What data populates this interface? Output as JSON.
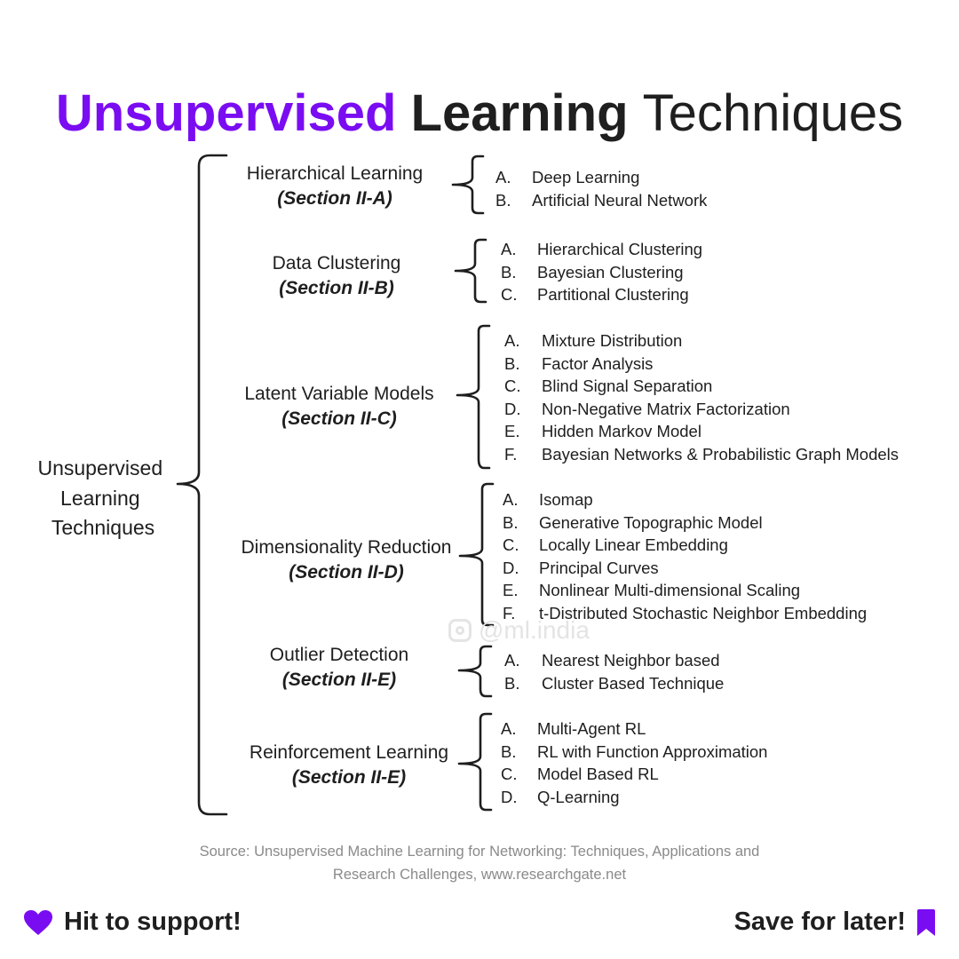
{
  "title": {
    "part1": "Unsupervised",
    "part2": "Learning",
    "part3": "Techniques"
  },
  "root": {
    "lines": [
      "Unsupervised",
      "Learning",
      "Techniques"
    ]
  },
  "categories": [
    {
      "name": "Hierarchical Learning",
      "section": "(Section II-A)",
      "items": [
        {
          "marker": "A.",
          "label": "Deep Learning"
        },
        {
          "marker": "B.",
          "label": "Artificial Neural Network"
        }
      ]
    },
    {
      "name": "Data Clustering",
      "section": "(Section II-B)",
      "items": [
        {
          "marker": "A.",
          "label": "Hierarchical Clustering"
        },
        {
          "marker": "B.",
          "label": "Bayesian Clustering"
        },
        {
          "marker": "C.",
          "label": "Partitional Clustering"
        }
      ]
    },
    {
      "name": "Latent Variable Models",
      "section": "(Section II-C)",
      "items": [
        {
          "marker": "A.",
          "label": "Mixture Distribution"
        },
        {
          "marker": "B.",
          "label": "Factor Analysis"
        },
        {
          "marker": "C.",
          "label": "Blind Signal Separation"
        },
        {
          "marker": "D.",
          "label": "Non-Negative Matrix Factorization"
        },
        {
          "marker": "E.",
          "label": "Hidden Markov Model"
        },
        {
          "marker": "F.",
          "label": "Bayesian Networks & Probabilistic Graph Models"
        }
      ]
    },
    {
      "name": "Dimensionality Reduction",
      "section": "(Section II-D)",
      "items": [
        {
          "marker": "A.",
          "label": "Isomap"
        },
        {
          "marker": "B.",
          "label": "Generative Topographic Model"
        },
        {
          "marker": "C.",
          "label": "Locally Linear Embedding"
        },
        {
          "marker": "D.",
          "label": "Principal Curves"
        },
        {
          "marker": "E.",
          "label": "Nonlinear Multi-dimensional Scaling"
        },
        {
          "marker": "F.",
          "label": "t-Distributed Stochastic Neighbor Embedding"
        }
      ]
    },
    {
      "name": "Outlier Detection",
      "section": "(Section II-E)",
      "items": [
        {
          "marker": "A.",
          "label": "Nearest Neighbor based"
        },
        {
          "marker": "B.",
          "label": "Cluster Based Technique"
        }
      ]
    },
    {
      "name": "Reinforcement Learning",
      "section": "(Section II-E)",
      "items": [
        {
          "marker": "A.",
          "label": "Multi-Agent RL"
        },
        {
          "marker": "B.",
          "label": "RL with Function Approximation"
        },
        {
          "marker": "C.",
          "label": "Model Based RL"
        },
        {
          "marker": "D.",
          "label": "Q-Learning"
        }
      ]
    }
  ],
  "watermark": {
    "handle": "@ml.india",
    "icon": "instagram-icon"
  },
  "source": {
    "line1": "Source: Unsupervised Machine Learning for Networking: Techniques, Applications and",
    "line2": "Research Challenges, www.researchgate.net"
  },
  "footer": {
    "left_text": "Hit to support!",
    "left_icon": "heart-icon",
    "right_text": "Save for later!",
    "right_icon": "bookmark-icon"
  },
  "colors": {
    "accent": "#7a0cf2",
    "text": "#1e1e1e",
    "source_text": "#8a8a8a"
  }
}
